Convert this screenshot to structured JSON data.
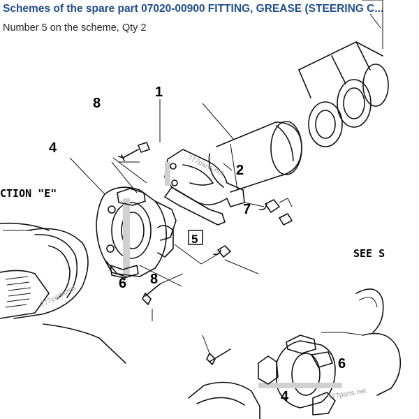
{
  "header": {
    "title": "Schemes of the spare part 07020-00900 FITTING, GREASE (STEERING C...",
    "subtitle": "Number 5 on the scheme, Qty 2"
  },
  "scheme": {
    "callouts": {
      "c1": "1",
      "c2": "2",
      "c4_top": "4",
      "c4_bottom": "4",
      "c5": "5",
      "c6_top": "6",
      "c6_bottom": "6",
      "c7": "7",
      "c8_top": "8",
      "c8_mid": "8"
    },
    "section_ref": "CTION \"E\"",
    "see_ref": "SEE S",
    "watermarks": [
      "777parts.net",
      "777parts.net",
      "777parts.net"
    ]
  }
}
